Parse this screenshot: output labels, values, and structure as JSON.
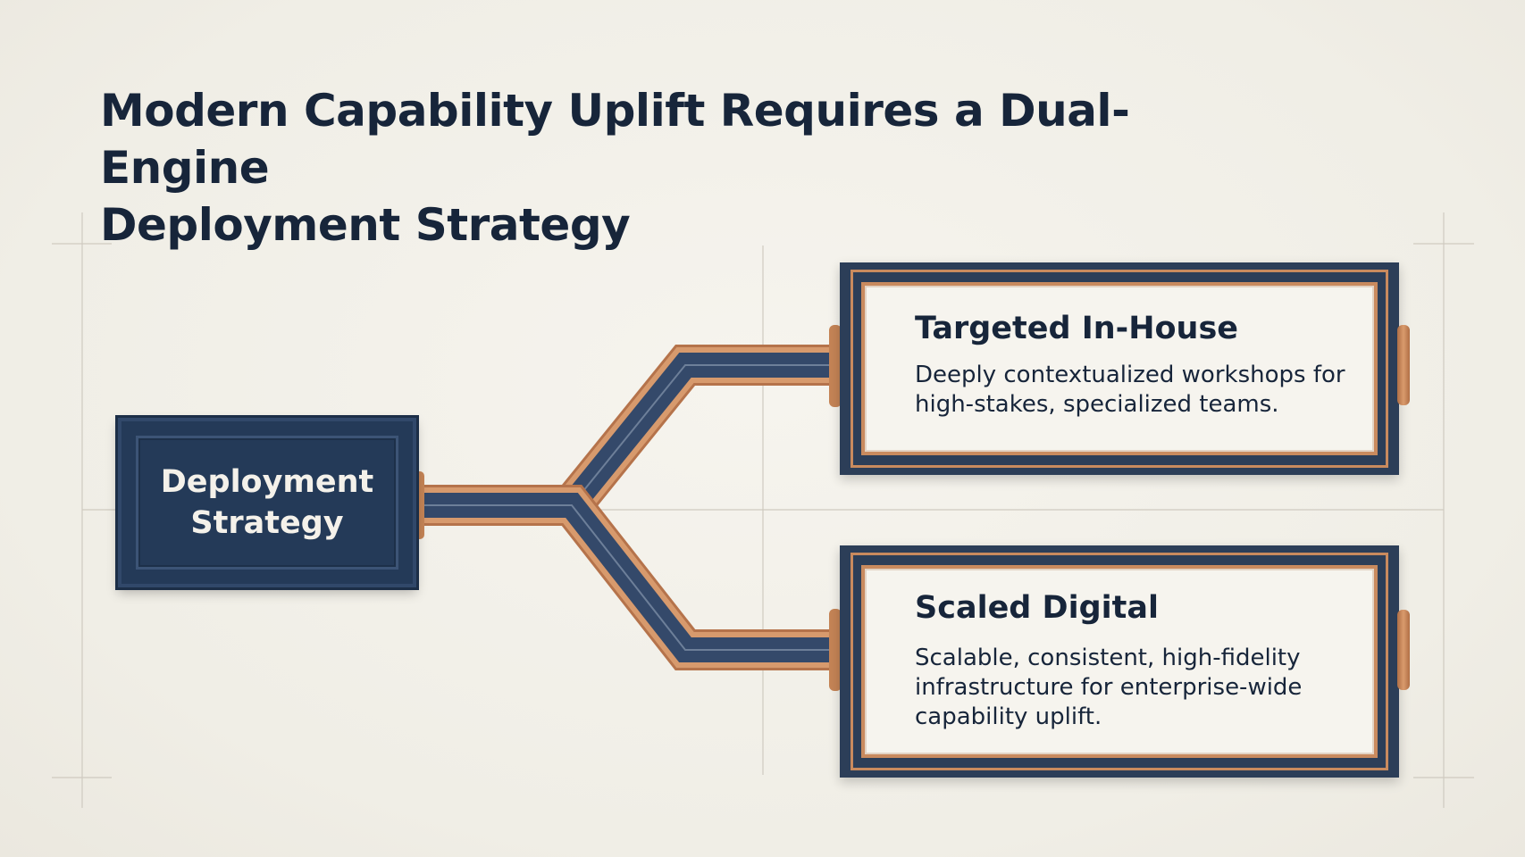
{
  "title": {
    "line1": "Modern Capability Uplift Requires a Dual-Engine",
    "line2": "Deployment Strategy"
  },
  "root_node": {
    "label": "Deployment\nStrategy"
  },
  "branches": [
    {
      "title": "Targeted In-House",
      "description": "Deeply contextualized workshops for high-stakes, specialized teams."
    },
    {
      "title": "Scaled Digital",
      "description": "Scalable, consistent, high-fidelity infrastructure for enterprise-wide capability uplift."
    }
  ],
  "colors": {
    "navy": "#243a58",
    "copper": "#c98a5e",
    "background": "#f1efe7",
    "text": "#17253a"
  }
}
